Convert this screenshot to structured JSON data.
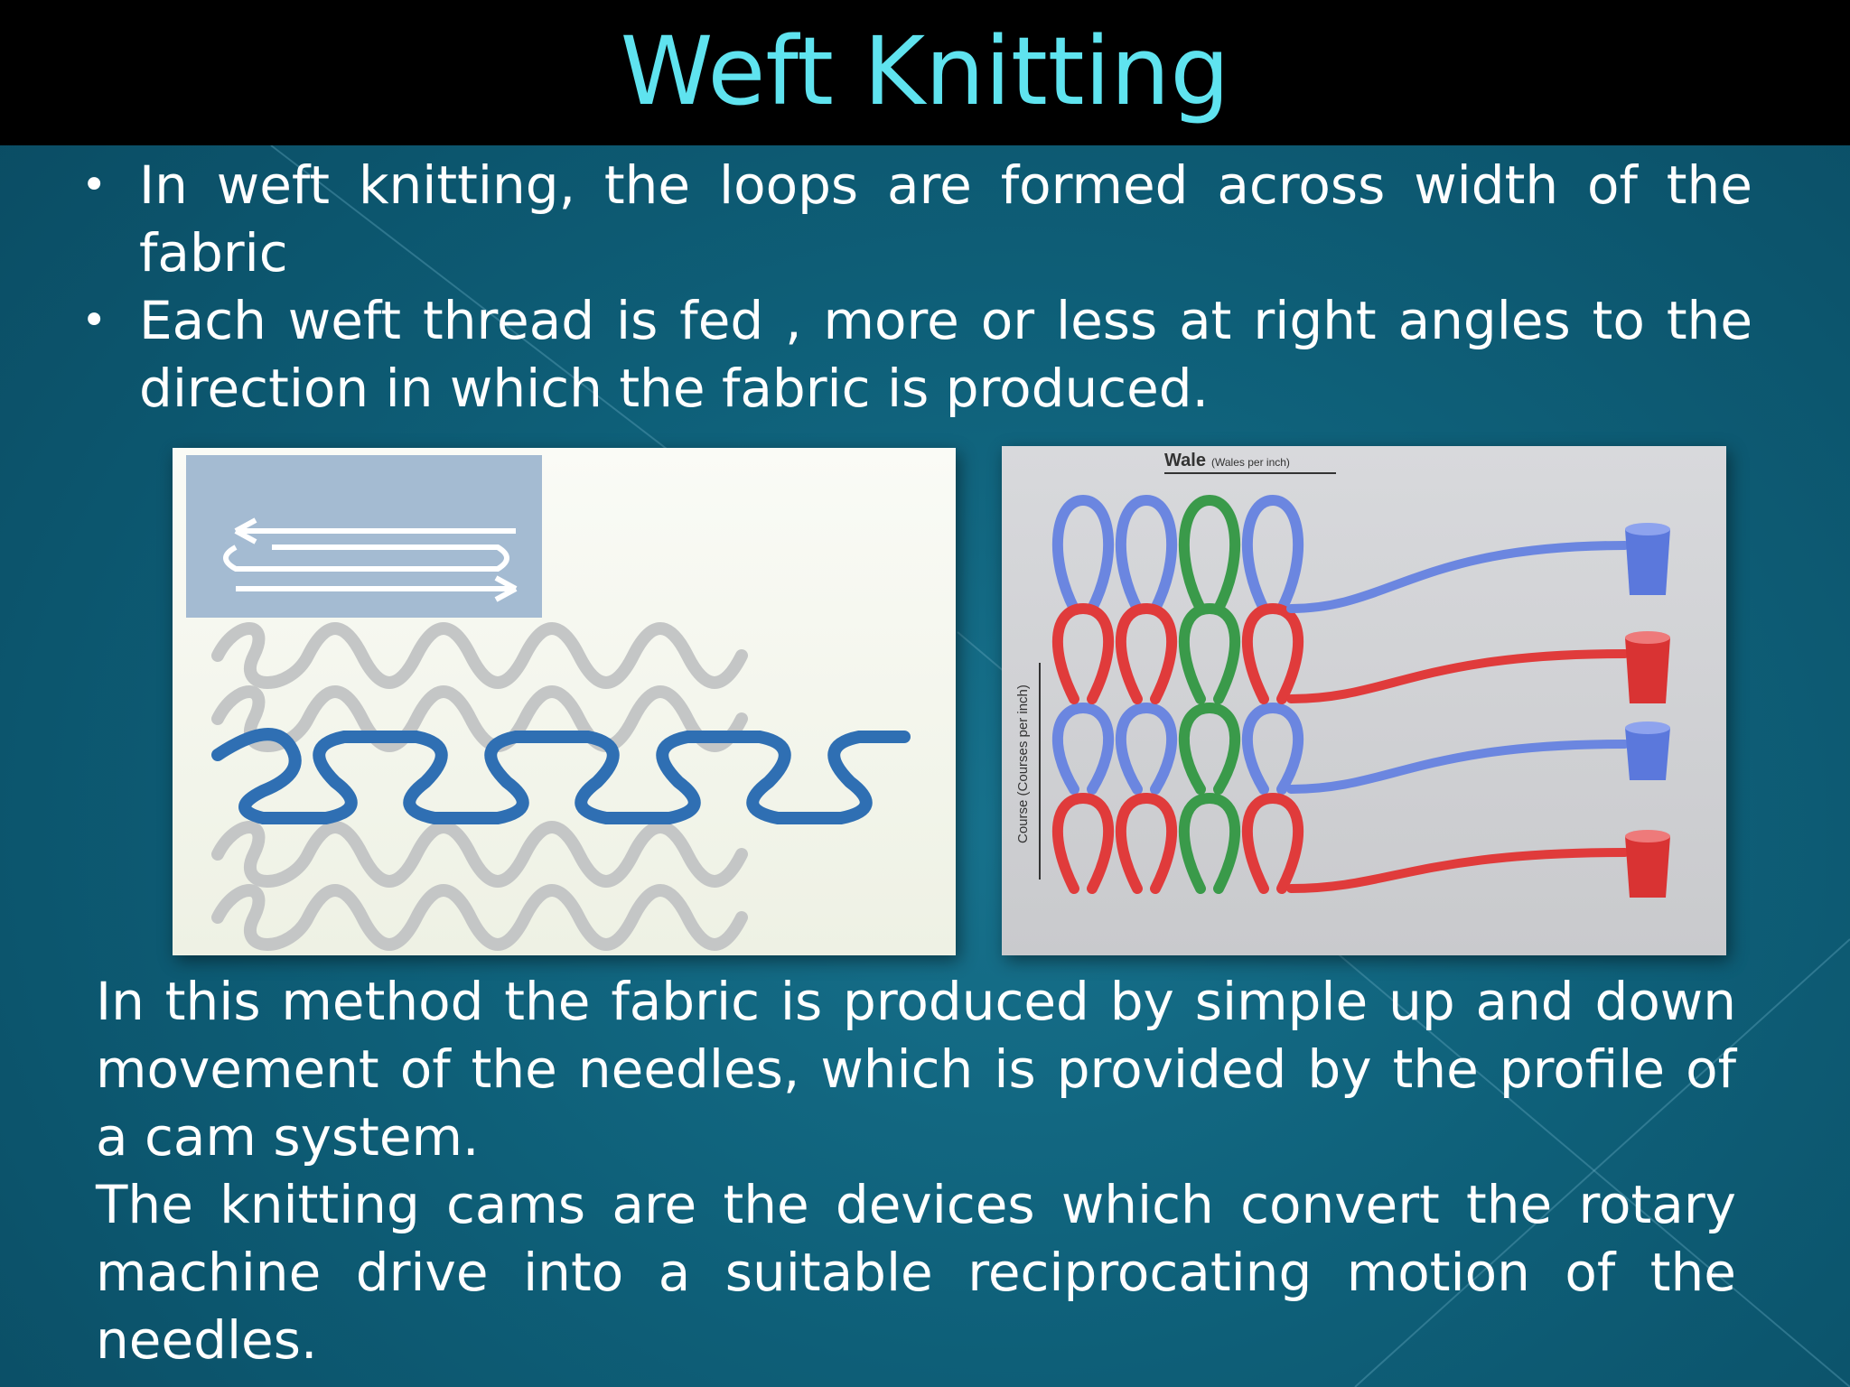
{
  "slide": {
    "title": "Weft Knitting",
    "bullets": [
      "In weft knitting, the loops are formed across width of the fabric",
      "Each weft thread is fed , more or less at right angles to the direction in which the fabric is produced."
    ],
    "paragraphs": [
      "In this method the fabric is produced by simple up and down movement of the needles, which is provided by the profile of a cam system.",
      "The knitting cams are the devices which convert the rotary machine drive into a suitable reciprocating motion of the needles."
    ]
  },
  "figure_right": {
    "wale_label": "Wale",
    "wale_sub": "(Wales per inch)",
    "course_label": "Course (Courses per inch)"
  },
  "colors": {
    "title": "#5fe3ef",
    "title_bar": "#000000",
    "background": "#0e5f78",
    "yarn_blue": "#6b86e0",
    "yarn_red": "#e03b3b",
    "yarn_green": "#3a9a4a"
  }
}
